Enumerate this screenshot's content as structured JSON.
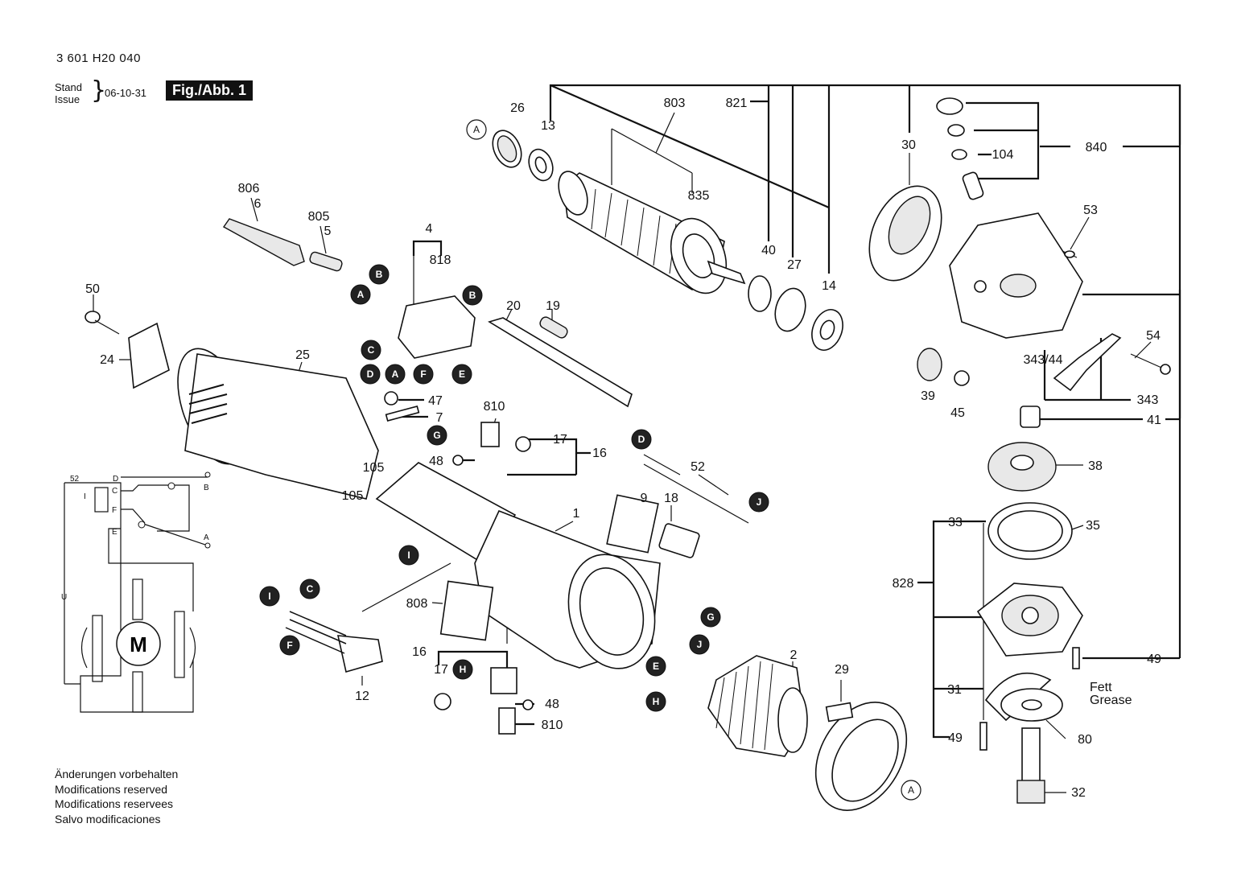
{
  "header": {
    "doc_number": "3 601 H20 040",
    "stand_label": "Stand",
    "issue_label": "Issue",
    "date": "06-10-31",
    "fig_label": "Fig./Abb. 1"
  },
  "notes": [
    "Änderungen vorbehalten",
    "Modifications reserved",
    "Modifications reservees",
    "Salvo modificaciones"
  ],
  "part_labels": {
    "p26": "26",
    "p13": "13",
    "p803": "803",
    "p821": "821",
    "p840": "840",
    "p30": "30",
    "p104": "104",
    "p806": "806",
    "p6": "6",
    "p805": "805",
    "p5": "5",
    "p835": "835",
    "p53": "53",
    "p4": "4",
    "p818": "818",
    "p40": "40",
    "p27": "27",
    "p14": "14",
    "p50": "50",
    "p20": "20",
    "p19": "19",
    "p54": "54",
    "p24": "24",
    "p25": "25",
    "p343_44": "343/44",
    "p39": "39",
    "p343": "343",
    "p47": "47",
    "p7": "7",
    "p810a": "810",
    "p45": "45",
    "p41": "41",
    "p17a": "17",
    "p16a": "16",
    "p48a": "48",
    "p105a": "105",
    "p105b": "105",
    "p52": "52",
    "p38": "38",
    "p9": "9",
    "p18": "18",
    "p1": "1",
    "p33": "33",
    "p35": "35",
    "p808": "808",
    "p828": "828",
    "p12": "12",
    "p16b": "16",
    "p17b": "17",
    "p48b": "48",
    "p810b": "810",
    "p2": "2",
    "p29": "29",
    "p49a": "49",
    "p31": "31",
    "p49b": "49",
    "p80": "80",
    "p32": "32"
  },
  "callouts": {
    "A": "A",
    "B": "B",
    "C": "C",
    "D": "D",
    "E": "E",
    "F": "F",
    "G": "G",
    "H": "H",
    "I": "I",
    "J": "J"
  },
  "grease_note": {
    "line1": "Fett",
    "line2": "Grease"
  },
  "schematic": {
    "wire_52": "52",
    "motor": "M",
    "pins": {
      "D": "D",
      "C": "C",
      "F": "F",
      "E": "E",
      "I": "I",
      "U": "U",
      "B": "B",
      "A": "A"
    }
  }
}
